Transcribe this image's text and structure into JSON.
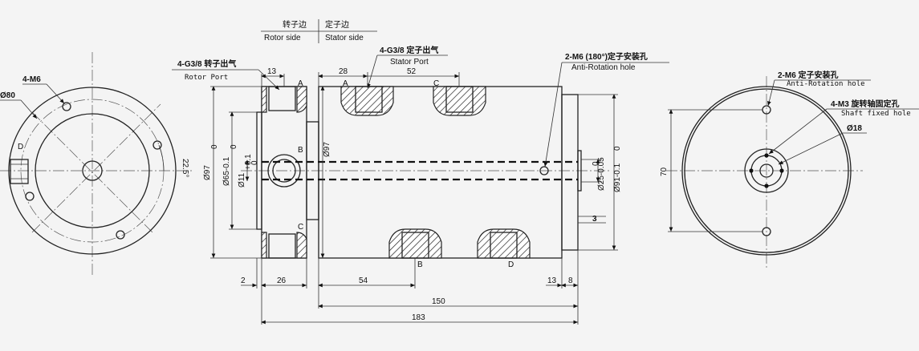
{
  "header": {
    "rotor_side_cn": "转子边",
    "rotor_side_en": "Rotor side",
    "stator_side_cn": "定子边",
    "stator_side_en": "Stator side"
  },
  "left_view": {
    "m6_label": "4-M6",
    "dia80": "Ø80",
    "angle": "22.5°",
    "port_d": "D"
  },
  "section_view": {
    "rotor_port_cn": "4-G3/8 转子出气",
    "rotor_port_en": "Rotor Port",
    "stator_port_cn": "4-G3/8 定子出气",
    "stator_port_en": "Stator Port",
    "anti_rot_cn": "2-M6 (180°)定子安装孔",
    "anti_rot_en": "Anti-Rotation hole",
    "dim_13_top": "13",
    "dim_28": "28",
    "dim_52": "52",
    "port_A1": "A",
    "port_A2": "A",
    "port_C_top": "C",
    "port_B_left": "B",
    "port_C_left": "C",
    "port_B_bottom": "B",
    "port_D_bottom": "D",
    "dia97_outer": "Ø97",
    "dia97_outer_tol": "0",
    "dia65": "Ø65-0.1",
    "dia65_tol": "0",
    "dia11": "Ø11",
    "dia11_tol_top": "+0.1",
    "dia11_tol_bot": "0",
    "dia97_inner": "Ø97",
    "dia25": "Ø25-0.05",
    "dia25_tol": "0",
    "dia91": "Ø91-0.1",
    "dia91_tol": "0",
    "dim_3": "3",
    "dim_2": "2",
    "dim_26": "26",
    "dim_54": "54",
    "dim_13_bottom": "13",
    "dim_8": "8",
    "dim_150": "150",
    "dim_183": "183"
  },
  "right_view": {
    "m6_cn": "2-M6 定子安装孔",
    "m6_en": "Anti-Rotation hole",
    "m3_cn": "4-M3 旋转轴固定孔",
    "m3_en": "Shaft fixed hole",
    "dia18": "Ø18",
    "dim_70": "70"
  }
}
